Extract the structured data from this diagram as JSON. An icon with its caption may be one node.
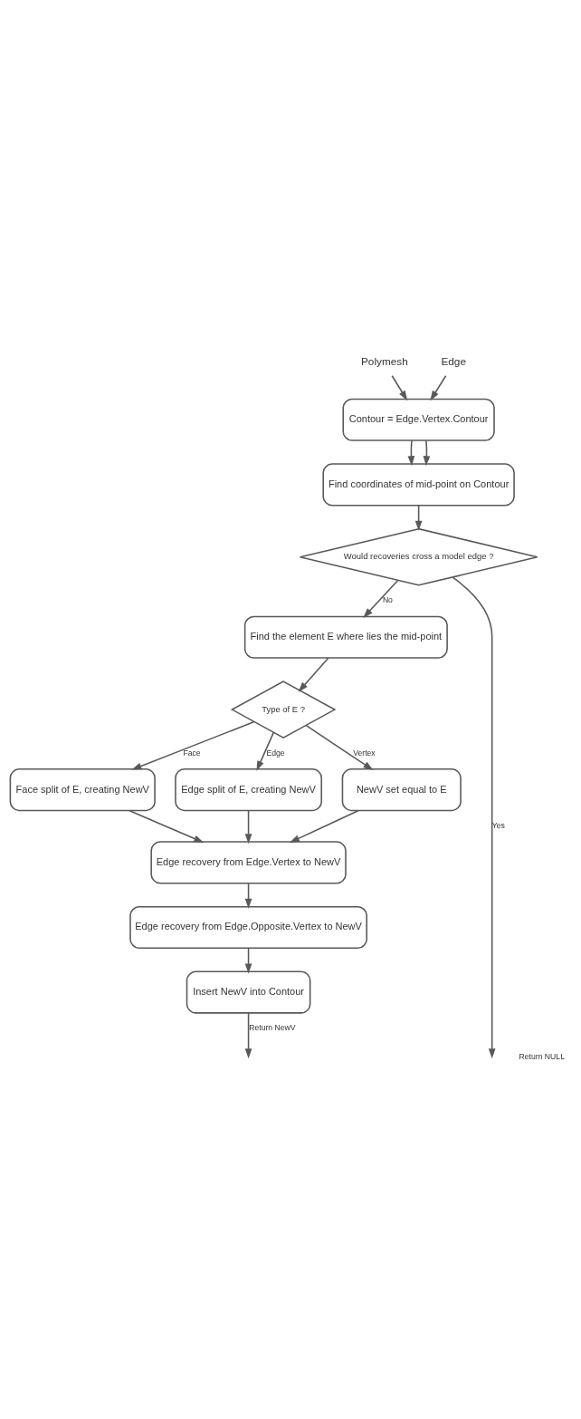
{
  "diagram": {
    "nodes": [
      {
        "text": [
          "Polymesh"
        ]
      },
      {
        "text": [
          "Edge"
        ]
      },
      {
        "text": [
          "Contour = Edge.Vertex.Contour"
        ]
      },
      {
        "text": [
          "Find coordinates of mid-point on Contour"
        ]
      },
      {
        "text": [
          "Would recoveries cross a model edge ?"
        ]
      },
      {
        "text": [
          "Find the element E where lies the mid-point"
        ]
      },
      {
        "text": [
          "Type of E ?"
        ]
      },
      {
        "text": [
          "Face split of E, creating NewV"
        ]
      },
      {
        "text": [
          "Edge split of E, creating NewV"
        ]
      },
      {
        "text": [
          "NewV set equal to E"
        ]
      },
      {
        "text": [
          "Edge recovery from Edge.Vertex to NewV"
        ]
      },
      {
        "text": [
          "Edge recovery from Edge.Opposite.Vertex to NewV"
        ]
      },
      {
        "text": [
          "Insert NewV into Contour"
        ]
      }
    ],
    "edges": [
      {
        "from": 0,
        "to": 2,
        "arrow": "to"
      },
      {
        "from": 1,
        "to": 2,
        "arrow": "to"
      },
      {
        "from": 2,
        "to": 3,
        "arrow": "to"
      },
      {
        "from": 2,
        "to": 3,
        "arrow": "to"
      },
      {
        "from": 3,
        "to": 4,
        "arrow": "to"
      },
      {
        "from": 4,
        "to": null,
        "arrow": "to",
        "label": "Yes"
      },
      {
        "from": 4,
        "to": 5,
        "arrow": "to",
        "label": "No"
      },
      {
        "from": 5,
        "to": 6,
        "arrow": "to"
      },
      {
        "from": 6,
        "to": 7,
        "arrow": "to",
        "label": "Face"
      },
      {
        "from": 6,
        "to": 8,
        "arrow": "to",
        "label": "Edge"
      },
      {
        "from": 6,
        "to": 9,
        "arrow": "to",
        "label": "Vertex"
      },
      {
        "from": 7,
        "to": 10,
        "arrow": "to"
      },
      {
        "from": 8,
        "to": 10,
        "arrow": "to"
      },
      {
        "from": 9,
        "to": 10,
        "arrow": "to"
      },
      {
        "from": 10,
        "to": 11,
        "arrow": "to"
      },
      {
        "from": 11,
        "to": 12,
        "arrow": "to"
      },
      {
        "from": 12,
        "to": null,
        "arrow": "to",
        "label": "Return NewV"
      }
    ],
    "labels": [
      "Return NULL"
    ]
  }
}
